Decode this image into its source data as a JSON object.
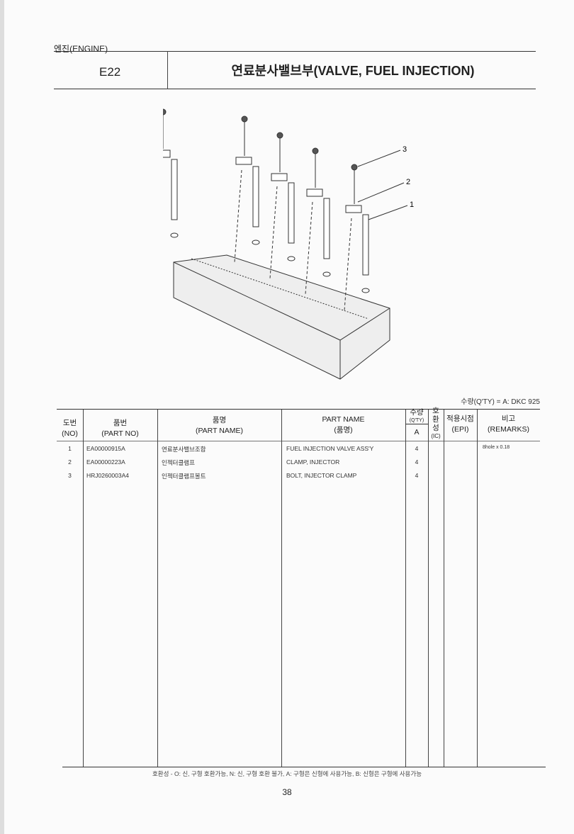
{
  "section": "엔진(ENGINE)",
  "code": "E22",
  "title": "연료분사밸브부(VALVE, FUEL INJECTION)",
  "callouts": [
    "1",
    "2",
    "3"
  ],
  "qty_note": "수량(Q'TY) = A: DKC 925",
  "headers": {
    "no_ko": "도번",
    "no_en": "(NO)",
    "partno_ko": "품번",
    "partno_en": "(PART NO)",
    "name_ko": "품명",
    "name_ko_en": "(PART NAME)",
    "name_en": "PART NAME",
    "name_en_ko": "(품명)",
    "qty_ko": "수량",
    "qty_en": "(Q'TY)",
    "qty_a": "A",
    "ic1": "호",
    "ic2": "환",
    "ic3": "성",
    "ic_en": "(IC)",
    "epi_ko": "적용시점",
    "epi_en": "(EPI)",
    "rem_ko": "비고",
    "rem_en": "(REMARKS)"
  },
  "rows": [
    {
      "no": "1",
      "part_no": "EA00000915A",
      "name_ko": "연료분사밸브조합",
      "name_en": "FUEL INJECTION VALVE ASS'Y",
      "qty": "4",
      "remarks": "8hole x 0.18"
    },
    {
      "no": "2",
      "part_no": "EA00000223A",
      "name_ko": "인젝터클램프",
      "name_en": "CLAMP, INJECTOR",
      "qty": "4",
      "remarks": ""
    },
    {
      "no": "3",
      "part_no": "HRJ0260003A4",
      "name_ko": "인젝터클램프볼트",
      "name_en": "BOLT, INJECTOR CLAMP",
      "qty": "4",
      "remarks": ""
    }
  ],
  "footer": "호환성 - O: 신, 구형 호환가능, N: 신, 구형 호환 불가, A: 구형은 신형에 사용가능, B: 신형은 구형에 사용가능",
  "page_number": "38"
}
